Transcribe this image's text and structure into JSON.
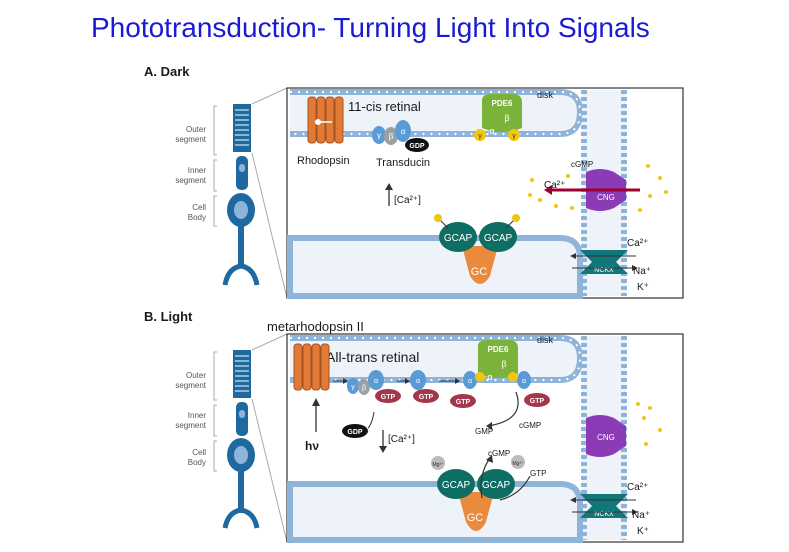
{
  "title": "Phototransduction- Turning Light Into Signals",
  "panel_a": {
    "heading": "A. Dark",
    "cell_labels": {
      "outer": [
        "Outer",
        "segment"
      ],
      "inner": [
        "Inner",
        "segment"
      ],
      "body": [
        "Cell",
        "Body"
      ]
    },
    "disk": "disk",
    "retinal": "11-cis retinal",
    "rhodopsin": "Rhodopsin",
    "transducin": "Transducin",
    "pde6": "PDE6",
    "gdp": "GDP",
    "gamma": "γ",
    "beta": "β",
    "alpha": "α",
    "ca_conc": "[Ca²⁺]",
    "gcap1": "GCAP",
    "gcap2": "GCAP",
    "gc": "GC",
    "cgmp": "cGMP",
    "ca_ion": "Ca²⁺",
    "cng": "CNG",
    "ncx_ca": "Ca²⁺",
    "nckx": "NCKX",
    "na": "Na⁺",
    "k": "K⁺"
  },
  "panel_b": {
    "heading": "B. Light",
    "cell_labels": {
      "outer": [
        "Outer",
        "segment"
      ],
      "inner": [
        "Inner",
        "segment"
      ],
      "body": [
        "Cell",
        "Body"
      ]
    },
    "metarhodopsin": "metarhodopsin II",
    "retinal": "All-trans retinal",
    "disk": "disk",
    "pde6": "PDE6",
    "gtp": "GTP",
    "gdp": "GDP",
    "hv": "hν",
    "ca_conc": "[Ca²⁺]",
    "gmp": "GMP",
    "cgmp": "cGMP",
    "gtp_plain": "GTP",
    "mg": "Mg²⁺",
    "gcap1": "GCAP",
    "gcap2": "GCAP",
    "gc": "GC",
    "cng": "CNG",
    "ncx_ca": "Ca²⁺",
    "nckx": "NCKX",
    "na": "Na⁺",
    "k": "K⁺",
    "gamma": "γ",
    "beta": "β",
    "alpha": "α"
  },
  "colors": {
    "title": "#1a1ad6",
    "membrane": "#8fb4da",
    "cell": "#1e6aa0",
    "rhodopsin": "#e07a36",
    "pde6": "#7bb33a",
    "gcap": "#0e6e63",
    "gc": "#e98a3c",
    "cng": "#8a3bb5",
    "nckx": "#11777a",
    "gtp": "#a3374b",
    "gdp": "#111111",
    "alpha": "#5b9bd5",
    "beta": "#9aa0a6",
    "calcium": "#f2c511"
  }
}
